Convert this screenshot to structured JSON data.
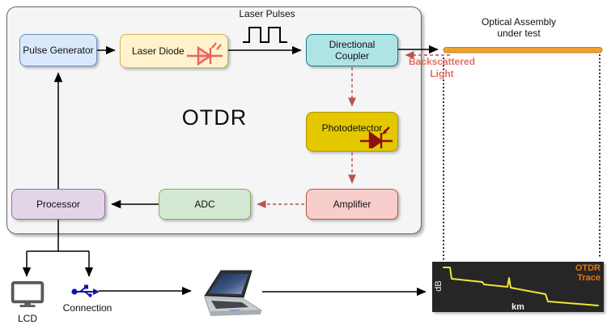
{
  "diagram_title": "OTDR",
  "blocks": {
    "pulse_generator": {
      "label": "Pulse Generator"
    },
    "laser_diode": {
      "label": "Laser Diode"
    },
    "directional_coupler": {
      "label": "Directional Coupler"
    },
    "photodetector": {
      "label": "Photodetector"
    },
    "amplifier": {
      "label": "Amplifier"
    },
    "adc": {
      "label": "ADC"
    },
    "processor": {
      "label": "Processor"
    }
  },
  "annotations": {
    "laser_pulses": "Laser Pulses",
    "optical_assembly_line1": "Optical Assembly",
    "optical_assembly_line2": "under test",
    "backscattered_line1": "Backscattered",
    "backscattered_line2": "Light"
  },
  "peripherals": {
    "lcd_label": "LCD",
    "connection_label": "Connection"
  },
  "trace_panel": {
    "title_line1": "OTDR",
    "title_line2": "Trace",
    "y_axis_label": "dB",
    "x_axis_label": "km",
    "trace_points": [
      [
        14,
        7
      ],
      [
        22,
        7
      ],
      [
        24,
        21
      ],
      [
        62,
        25
      ],
      [
        64,
        28
      ],
      [
        93,
        31
      ],
      [
        95,
        20
      ],
      [
        97,
        32
      ],
      [
        140,
        40
      ],
      [
        143,
        49
      ],
      [
        205,
        54
      ]
    ]
  },
  "colors": {
    "pulse_generator_fill": "#dae8fc",
    "pulse_generator_stroke": "#6c8ebf",
    "laser_diode_fill": "#fff2cc",
    "laser_diode_stroke": "#d6b656",
    "directional_coupler_fill": "#b0e3e6",
    "directional_coupler_stroke": "#0e8088",
    "photodetector_fill": "#e3c800",
    "photodetector_stroke": "#b09500",
    "amplifier_fill": "#f8cecc",
    "amplifier_stroke": "#b85450",
    "adc_fill": "#d5e8d4",
    "adc_stroke": "#82b366",
    "processor_fill": "#e1d5e7",
    "processor_stroke": "#9673a6",
    "outer_fill": "#f5f5f5",
    "outer_stroke": "#666666",
    "dashed_signal": "#b85450",
    "backscattered_text": "#ea6b66",
    "fiber": "#efa12e",
    "trace_bg": "#262626",
    "trace_line": "#efe536",
    "trace_title": "#e8740e",
    "usb_icon": "#1414a8"
  }
}
